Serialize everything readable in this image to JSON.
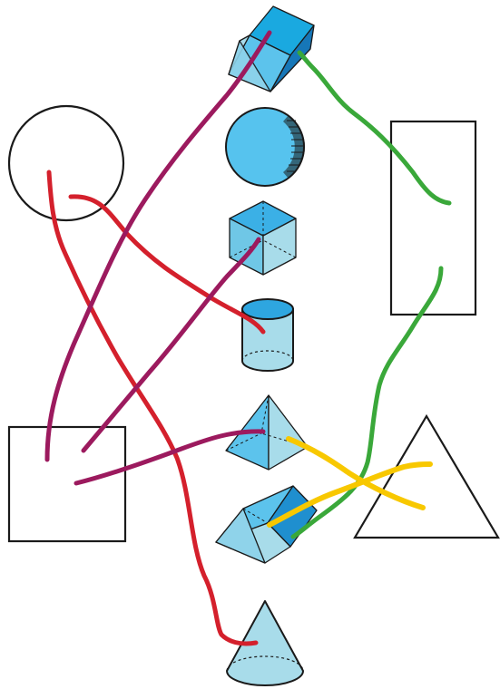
{
  "colors": {
    "outline": "#1a1a1a",
    "shape_fill_light": "#a8dcea",
    "shape_fill_mid": "#5cc3ec",
    "shape_fill_dark": "#1f8fcf",
    "line_red": "#d4202c",
    "line_purple": "#9c1a5e",
    "line_green": "#3aa83a",
    "line_yellow": "#f8c800"
  },
  "left_column": [
    "circle-outline",
    "square-outline"
  ],
  "center_column": [
    "rectangular-prism",
    "sphere",
    "cube",
    "cylinder",
    "pyramid",
    "triangular-prism",
    "cone"
  ],
  "right_column": [
    "rectangle-outline",
    "triangle-outline"
  ],
  "connections": [
    {
      "from": "circle-outline",
      "to": "cylinder",
      "color": "red"
    },
    {
      "from": "circle-outline",
      "to": "cone",
      "color": "red"
    },
    {
      "from": "square-outline",
      "to": "rectangular-prism",
      "color": "purple"
    },
    {
      "from": "square-outline",
      "to": "cube",
      "color": "purple"
    },
    {
      "from": "square-outline",
      "to": "pyramid",
      "color": "purple"
    },
    {
      "from": "rectangle-outline",
      "to": "rectangular-prism",
      "color": "green"
    },
    {
      "from": "rectangle-outline",
      "to": "triangular-prism",
      "color": "green"
    },
    {
      "from": "triangle-outline",
      "to": "pyramid",
      "color": "yellow"
    },
    {
      "from": "triangle-outline",
      "to": "triangular-prism",
      "color": "yellow"
    }
  ]
}
